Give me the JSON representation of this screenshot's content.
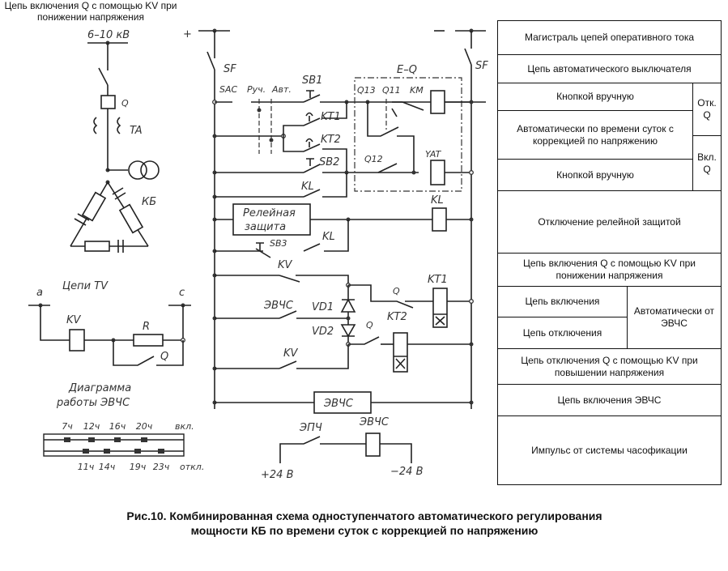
{
  "top_title": "Цепь включения Q с помощью KV при понижении напряжения",
  "power_circuit": {
    "bus_label": "6–10 кВ",
    "breaker_label": "Q",
    "ct_label": "TA",
    "capacitor_bank_label": "КБ"
  },
  "tv_circuit": {
    "title": "Цепи TV",
    "phase_a": "a",
    "phase_c": "c",
    "relay_label": "KV",
    "resistor_label": "R",
    "contact_label": "Q"
  },
  "evchs_diagram": {
    "title_line1": "Диаграмма",
    "title_line2": "работы ЭВЧС",
    "on_times": [
      "7ч",
      "12ч",
      "16ч",
      "20ч"
    ],
    "on_label": "вкл.",
    "off_times": [
      "11ч",
      "14ч",
      "19ч",
      "23ч"
    ],
    "off_label": "откл."
  },
  "control_circuit": {
    "plus": "+",
    "minus": "−",
    "sf_left": "SF",
    "sf_right": "SF",
    "sac": "SAC",
    "manual": "Руч.",
    "auto": "Авт.",
    "sb1": "SB1",
    "kt1_contact": "KT1",
    "kt2_contact": "KT2",
    "sb2": "SB2",
    "kl_contact_1": "KL",
    "eq_box": "E–Q",
    "q13": "Q13",
    "q11": "Q11",
    "km": "KM",
    "q12": "Q12",
    "yat": "YAT",
    "relay_protection_line1": "Релейная",
    "relay_protection_line2": "защита",
    "kl_coil": "KL",
    "sb3": "SB3",
    "kl_contact_2": "KL",
    "kv_contact_1": "KV",
    "evchs_contact": "ЭВЧС",
    "vd1": "VD1",
    "vd2": "VD2",
    "q_contact_1": "Q",
    "kt2_delay": "KT2",
    "kt1_coil": "KT1",
    "q_contact_2": "Q",
    "kv_contact_2": "KV",
    "evchs_box": "ЭВЧС",
    "epch": "ЭПЧ",
    "evchs_coil": "ЭВЧС",
    "plus24": "+24 В",
    "minus24": "−24 В"
  },
  "legend": {
    "rows": [
      "Магистраль цепей оперативного тока",
      "Цепь автоматического выключателя",
      "Кнопкой вручную",
      "Автоматически по времени суток с коррекцией по напряжению",
      "Кнопкой вручную",
      "Отк. Q",
      "Вкл. Q",
      "Отключение релейной защитой",
      "Цепь включения Q с помощью KV при понижении напряжения",
      "Цепь включения",
      "Цепь отключения",
      "Автоматически от ЭВЧС",
      "Цепь отключения Q с помощью KV при повышении напряжения",
      "Цепь включения ЭВЧС",
      "Импульс от системы часофикации"
    ]
  },
  "caption": "Рис.10. Комбинированная схема одноступенчатого автоматического регулирования мощности КБ по времени суток с коррекцией по напряжению"
}
